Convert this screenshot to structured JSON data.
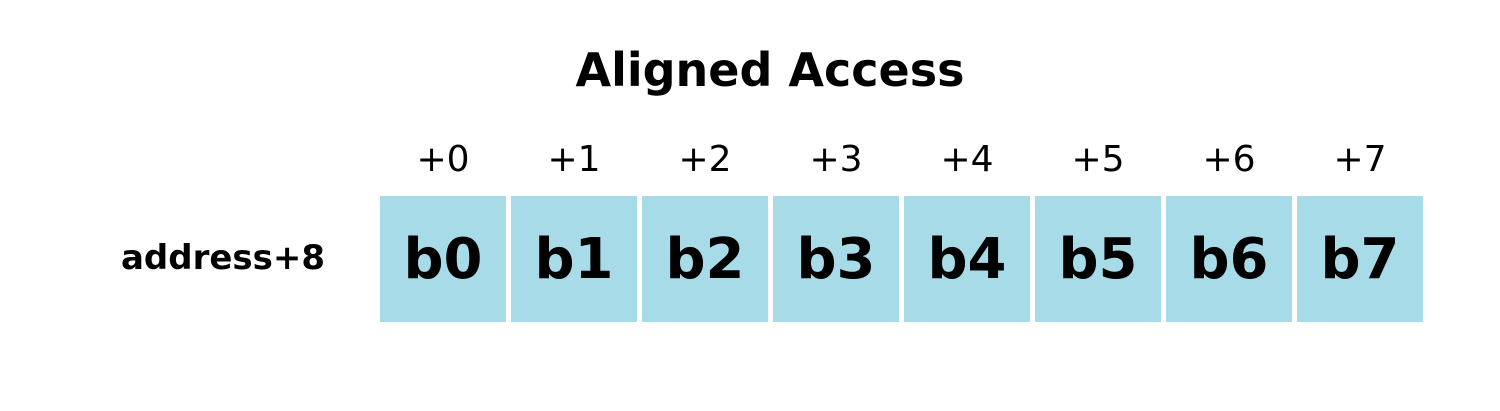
{
  "title": "Aligned Access",
  "row_label": "address+8",
  "offsets": [
    "+0",
    "+1",
    "+2",
    "+3",
    "+4",
    "+5",
    "+6",
    "+7"
  ],
  "bytes": [
    "b0",
    "b1",
    "b2",
    "b3",
    "b4",
    "b5",
    "b6",
    "b7"
  ],
  "colors": {
    "cell_fill": "#a8dbe8",
    "background": "#ffffff",
    "text": "#000000"
  }
}
